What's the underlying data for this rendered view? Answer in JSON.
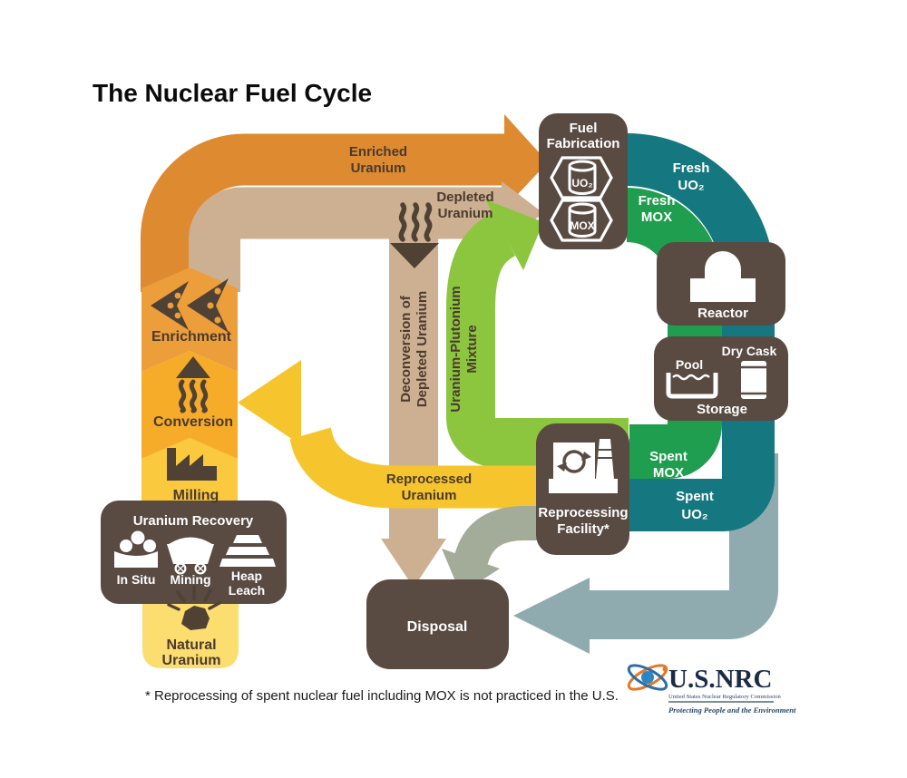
{
  "title": "The Nuclear Fuel Cycle",
  "footnote": "* Reprocessing of spent nuclear fuel including MOX is not practiced in the U.S.",
  "flows": {
    "enriched_uranium": {
      "line1": "Enriched",
      "line2": "Uranium"
    },
    "depleted_uranium": {
      "line1": "Depleted",
      "line2": "Uranium"
    },
    "fresh_uo2": {
      "line1": "Fresh",
      "line2": "UO₂"
    },
    "fresh_mox": {
      "line1": "Fresh",
      "line2": "MOX"
    },
    "spent_mox": {
      "line1": "Spent",
      "line2": "MOX"
    },
    "spent_uo2": {
      "line1": "Spent",
      "line2": "UO₂"
    },
    "uranium_plutonium": {
      "line1": "Uranium-Plutonium",
      "line2": "Mixture"
    },
    "deconversion": {
      "line1": "Deconversion of",
      "line2": "Depleted Uranium"
    },
    "reprocessed_uranium": {
      "line1": "Reprocessed",
      "line2": "Uranium"
    }
  },
  "stages": {
    "enrichment": {
      "label": "Enrichment"
    },
    "conversion": {
      "label": "Conversion"
    },
    "milling": {
      "label": "Milling"
    },
    "natural_uranium": {
      "line1": "Natural",
      "line2": "Uranium"
    },
    "uranium_recovery": {
      "title": "Uranium Recovery",
      "in_situ": "In Situ",
      "mining": "Mining",
      "heap_line1": "Heap",
      "heap_line2": "Leach"
    },
    "fuel_fabrication": {
      "line1": "Fuel",
      "line2": "Fabrication",
      "uo2": "UO₂",
      "mox": "MOX"
    },
    "reactor": {
      "label": "Reactor"
    },
    "storage": {
      "dry_cask": "Dry Cask",
      "pool": "Pool",
      "label": "Storage"
    },
    "reprocessing": {
      "line1": "Reprocessing",
      "line2": "Facility*"
    },
    "disposal": {
      "label": "Disposal"
    }
  },
  "logo": {
    "name": "U.S.NRC",
    "subtitle": "United States Nuclear Regulatory Commission",
    "tagline": "Protecting People and the Environment"
  },
  "colors": {
    "orange": "#DD8A31",
    "tan": "#CDB092",
    "teal": "#15777F",
    "green": "#1E9E4E",
    "lime": "#8CC63F",
    "yellow": "#F6C52E",
    "sage": "#A3AC98",
    "steel": "#8FABAF",
    "box": "#594A42",
    "enrichment": "#EC9E3B",
    "conversion": "#F6AC28",
    "milling": "#FAC93E",
    "natural": "#FBDD70",
    "icon": "#4F4134",
    "label": "#4B3A2E"
  }
}
